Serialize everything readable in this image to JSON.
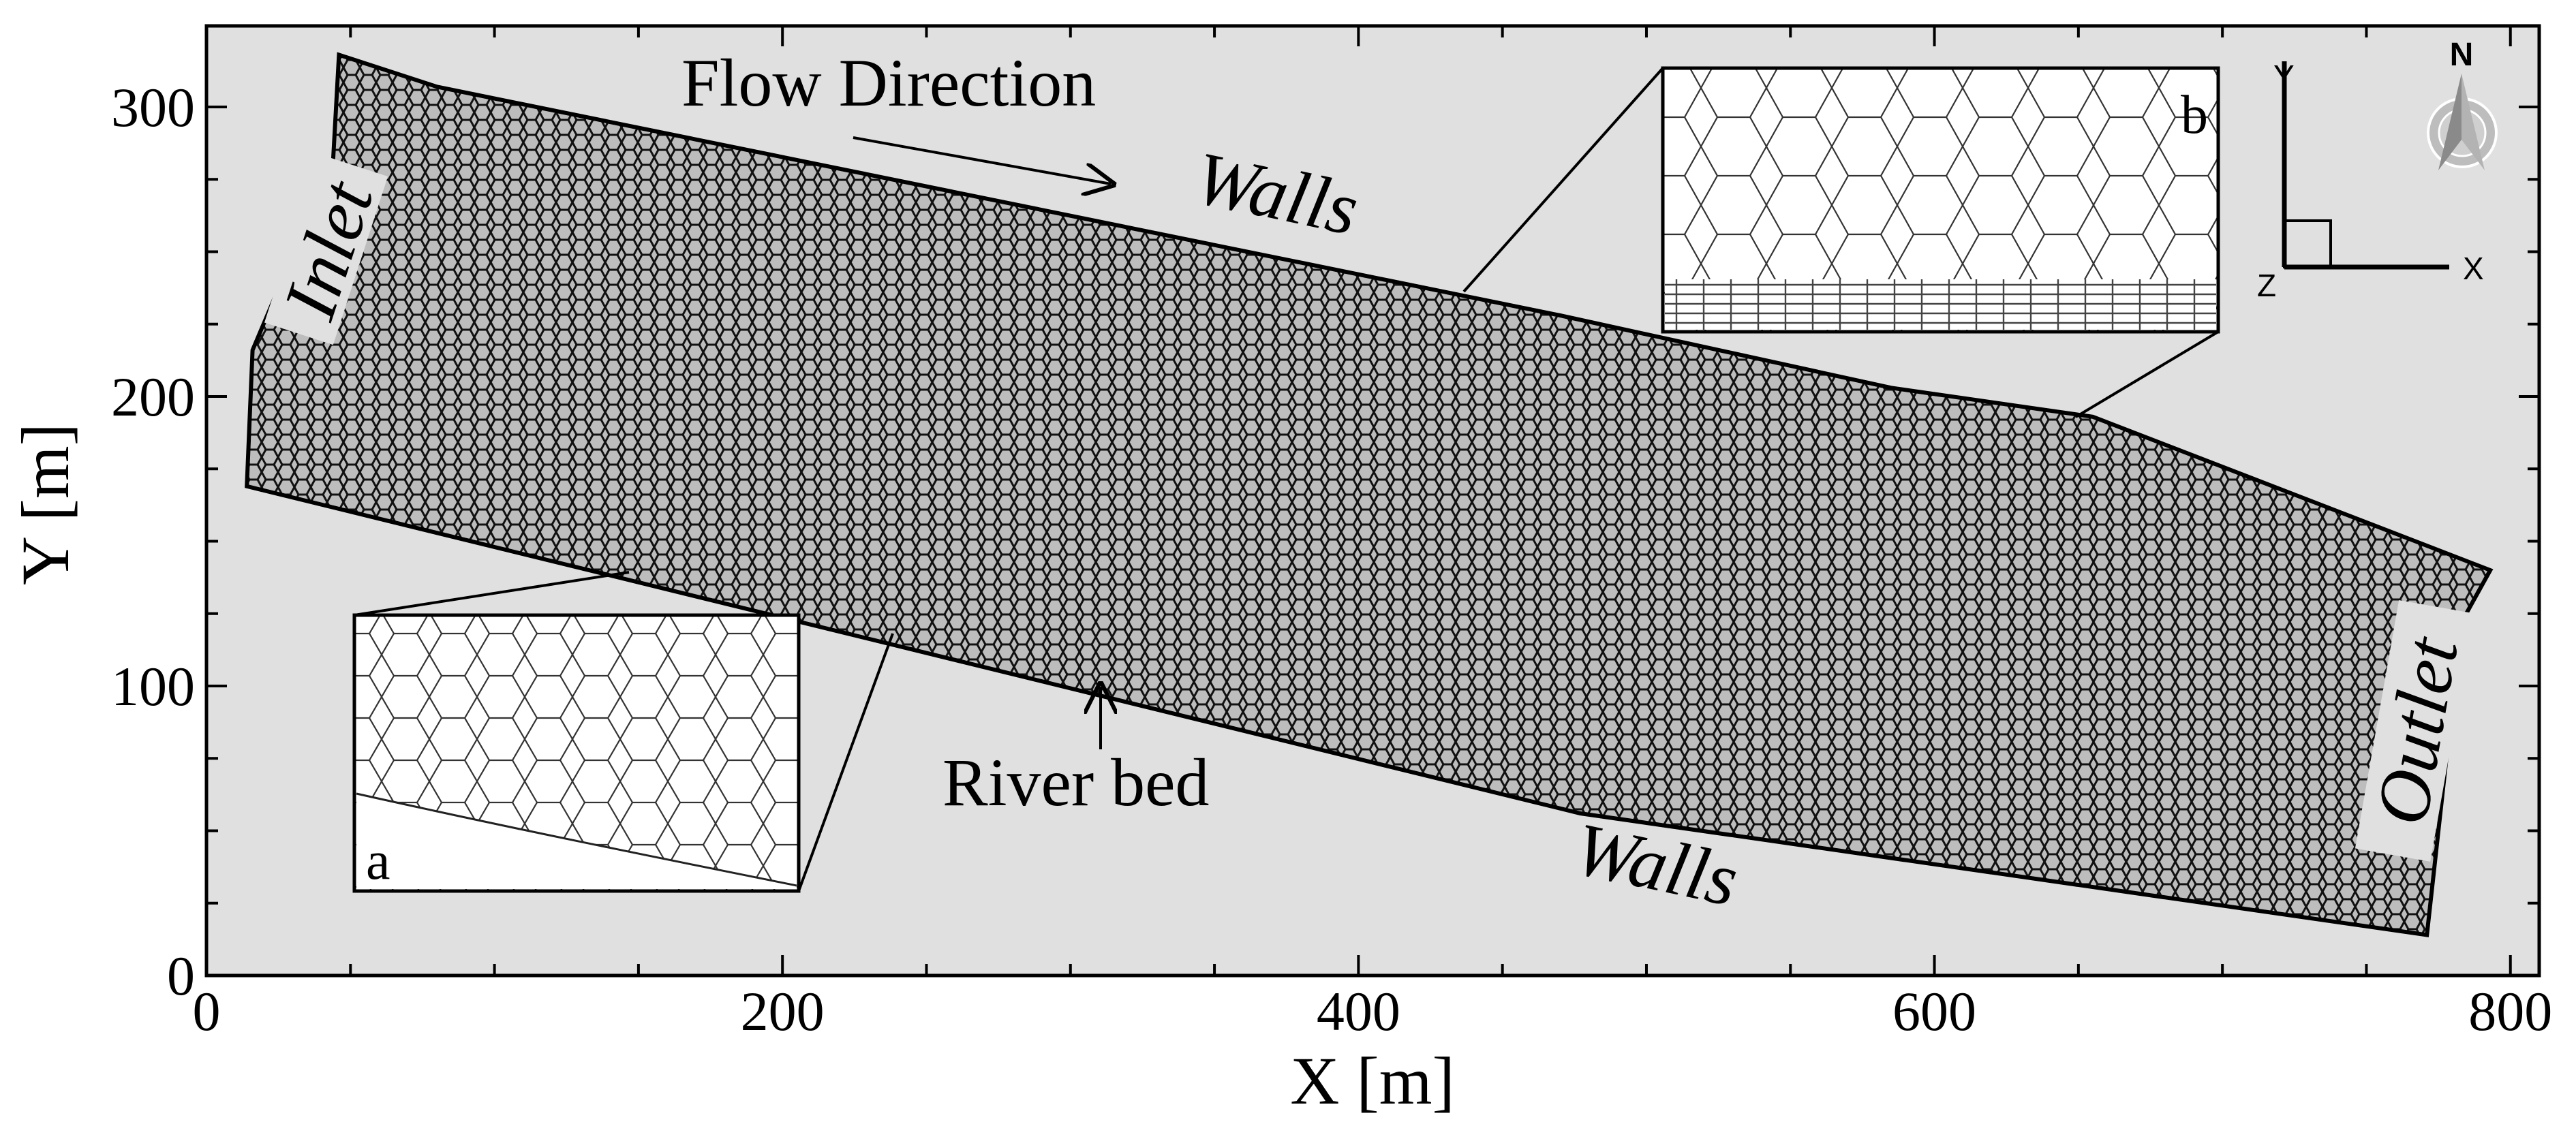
{
  "figure": {
    "xlabel": "X [m]",
    "ylabel": "Y [m]",
    "xlim": [
      0,
      810
    ],
    "ylim": [
      0,
      328
    ],
    "x_ticks": [
      "0",
      "200",
      "400",
      "600",
      "800"
    ],
    "y_ticks": [
      "0",
      "100",
      "200",
      "300"
    ],
    "background_color": "#e0e0e0",
    "mesh_color": "#1a1a1a"
  },
  "annotations": {
    "flow_direction": "Flow Direction",
    "walls_top": "Walls",
    "walls_bottom": "Walls",
    "inlet": "Inlet",
    "outlet": "Outlet",
    "river_bed": "River bed"
  },
  "insets": {
    "a": {
      "letter": "a"
    },
    "b": {
      "letter": "b"
    }
  },
  "axis_triad": {
    "y": "Y",
    "x": "X",
    "z": "Z"
  },
  "north_arrow": {
    "label": "N"
  },
  "domain_outline_m": [
    [
      46,
      318
    ],
    [
      80,
      307
    ],
    [
      470,
      228
    ],
    [
      585,
      203
    ],
    [
      655,
      193
    ],
    [
      793,
      140
    ],
    [
      783,
      122
    ],
    [
      771,
      14
    ],
    [
      477,
      56
    ],
    [
      14,
      169
    ],
    [
      16,
      216
    ],
    [
      44,
      282
    ]
  ]
}
